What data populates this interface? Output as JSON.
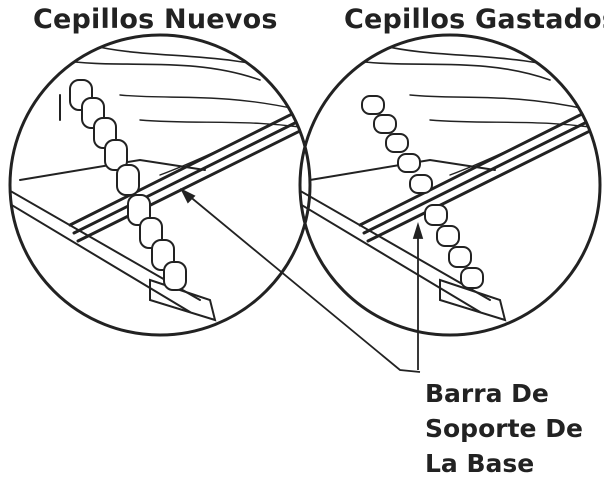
{
  "titles": {
    "new_brushes": "Cepillos Nuevos",
    "worn_brushes": "Cepillos Gastados"
  },
  "callout": {
    "line1": "Barra De",
    "line2": "Soporte De",
    "line3": "La Base"
  },
  "colors": {
    "ink": "#222222",
    "background": "#ffffff"
  }
}
